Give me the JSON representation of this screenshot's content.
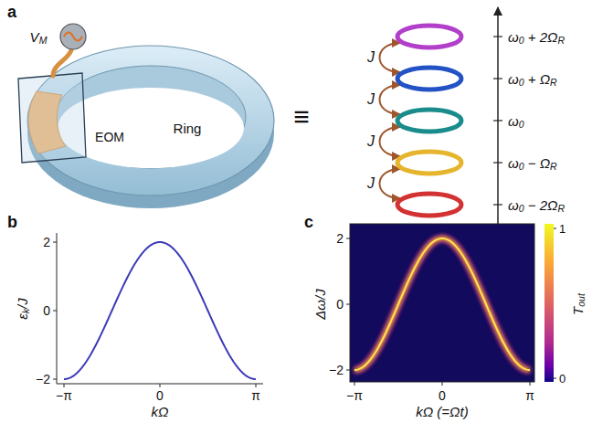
{
  "diagram": {
    "nodes": [
      {
        "text": [
          "ω0 + 2ΩR"
        ]
      },
      {
        "text": [
          "ω0 + ΩR"
        ]
      },
      {
        "text": [
          "ω0"
        ]
      },
      {
        "text": [
          "ω0 − ΩR"
        ]
      },
      {
        "text": [
          "ω0 − 2ΩR"
        ]
      }
    ],
    "edges": [
      {
        "from": 0,
        "to": 1,
        "arrow": "both",
        "label": "J"
      },
      {
        "from": 1,
        "to": 2,
        "arrow": "both",
        "label": "J"
      },
      {
        "from": 2,
        "to": 3,
        "arrow": "both",
        "label": "J"
      },
      {
        "from": 3,
        "to": 4,
        "arrow": "both",
        "label": "J"
      }
    ],
    "labels": [
      "a",
      "VM",
      "EOM",
      "Ring",
      "≡",
      "b",
      "2",
      "0",
      "−2",
      "−π",
      "0",
      "π",
      "εk/J",
      "kΩ",
      "c",
      "2",
      "0",
      "−2",
      "−π",
      "0",
      "π",
      "Δω/J",
      "kΩ (=Ωt)",
      "1",
      "0",
      "Tout"
    ]
  }
}
